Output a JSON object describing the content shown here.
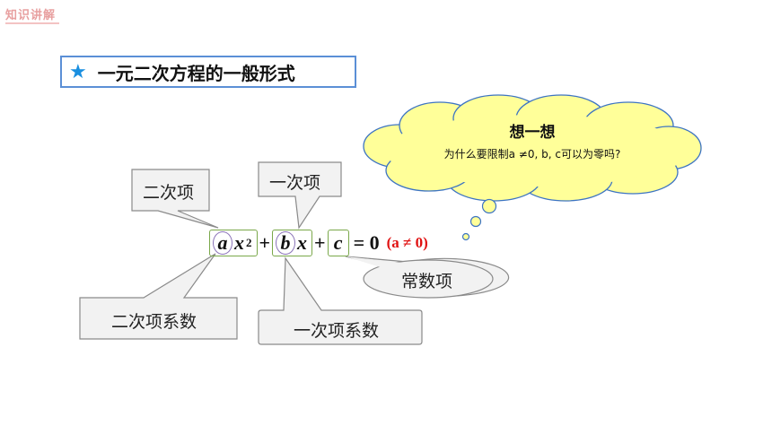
{
  "header": {
    "corner_tag": "知识讲解"
  },
  "title": {
    "star": "★",
    "text": "一元二次方程的一般形式"
  },
  "thought_bubble": {
    "heading": "想一想",
    "question": "为什么要限制a ≠0, b, c可以为零吗?"
  },
  "labels": {
    "quadratic_term": "二次项",
    "linear_term": "一次项",
    "constant_term": "常数项",
    "quadratic_coefficient": "二次项系数",
    "linear_coefficient": "一次项系数"
  },
  "equation": {
    "a": "a",
    "x1": "x",
    "exp": "2",
    "plus1": "+",
    "b": "b",
    "x2": "x",
    "plus2": "+",
    "c": "c",
    "rhs": "= 0",
    "condition": "(a ≠ 0)"
  },
  "colors": {
    "title_border": "#5b8fd6",
    "star": "#1a8fe0",
    "callout_fill": "#f2f2f2",
    "callout_border": "#8a8a8a",
    "thought_fill": "#ffff99",
    "thought_border": "#3d74c2",
    "frame_border": "#7aa84a",
    "circle_border": "#8a72b8",
    "condition": "#e01010"
  }
}
